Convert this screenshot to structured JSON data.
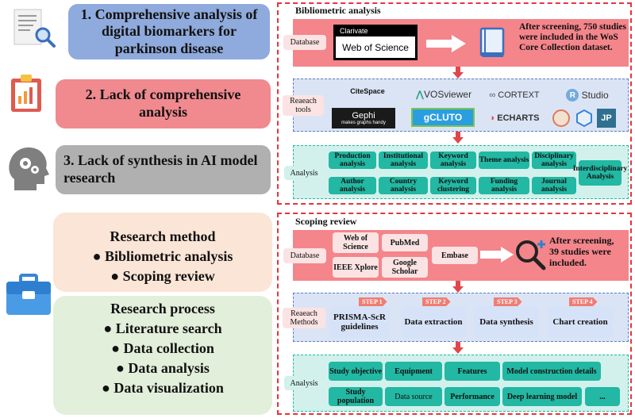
{
  "left": {
    "item1": "1. Comprehensive analysis of digital biomarkers for parkinson disease",
    "item2": "2. Lack of comprehensive analysis",
    "item3": "3. Lack of synthesis in AI model research",
    "method_title": "Research method",
    "method_items": [
      "Bibliometric analysis",
      "Scoping review"
    ],
    "process_title": "Research process",
    "process_items": [
      "Literature search",
      "Data collection",
      "Data analysis",
      "Data visualization"
    ]
  },
  "biblio": {
    "title": "Bibliometric analysis",
    "database_label": "Database",
    "clarivate": "Clarivate",
    "wos_logo": "Web of Science",
    "screen_text": "After screening, 750 studies were included in the WoS Core Collection dataset.",
    "tools_label": "Reaeach tools",
    "tools": {
      "citespace": "CiteSpace",
      "vosviewer": "VOSviewer",
      "cortext": "CORTEXT",
      "rstudio": "Studio",
      "gephi": "Gephi",
      "gephi_sub": "makes graphs handy",
      "gcluto": "gCLUTO",
      "echarts": "ECHARTS",
      "jp": "JP"
    },
    "analysis_label": "Analysis",
    "analyses": [
      "Production analysis",
      "Institutional analysis",
      "Keyword analysis",
      "Theme analysis",
      "Disciplinary analysis",
      "Author analysis",
      "Country analysis",
      "Keyword clustering",
      "Funding analysis",
      "Journal analysis",
      "Interdisciplinary Analysis"
    ]
  },
  "scoping": {
    "title": "Scoping review",
    "database_label": "Database",
    "databases": [
      "Web of Science",
      "PubMed",
      "IEEE Xplore",
      "Google Scholar",
      "Embase"
    ],
    "screen_text": "After screening, 39 studies were included.",
    "methods_label": "Reaeach Methods",
    "steps": [
      "STEP 1",
      "STEP 2",
      "STEP 3",
      "STEP 4"
    ],
    "methods": [
      "PRISMA-ScR guidelines",
      "Data extraction",
      "Data synthesis",
      "Chart creation"
    ],
    "analysis_label": "Analysis",
    "analyses": [
      "Study objective",
      "Equipment",
      "Features",
      "Model construction details",
      "Study population",
      "Data source",
      "Performance",
      "Deep learning model",
      "..."
    ]
  },
  "colors": {
    "blue": "#8faadc",
    "pink": "#f08a8f",
    "gray": "#b0b0b0",
    "peach": "#fbe5d6",
    "green": "#e2efda",
    "red_band": "#f4858b",
    "blue_band": "#dbe4f5",
    "teal_band": "#d2f1ec",
    "teal_chip": "#22b8a3"
  }
}
